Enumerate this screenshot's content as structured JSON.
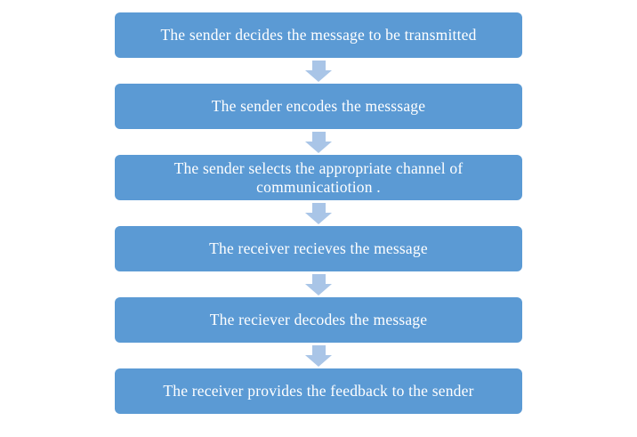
{
  "flowchart": {
    "name": "communication-process-flowchart",
    "connector": "down-block-arrow",
    "colors": {
      "box_fill": "#5b9ad4",
      "arrow_fill": "#a9c5e7",
      "text": "#ffffff",
      "background": "#ffffff"
    },
    "steps": [
      {
        "label": "The sender decides the message to be transmitted"
      },
      {
        "label": "The sender encodes the messsage"
      },
      {
        "label": "The sender selects the appropriate channel of communicatiotion ."
      },
      {
        "label": "The receiver recieves the message"
      },
      {
        "label": "The reciever decodes the message"
      },
      {
        "label": "The receiver provides the feedback to the sender"
      }
    ]
  }
}
